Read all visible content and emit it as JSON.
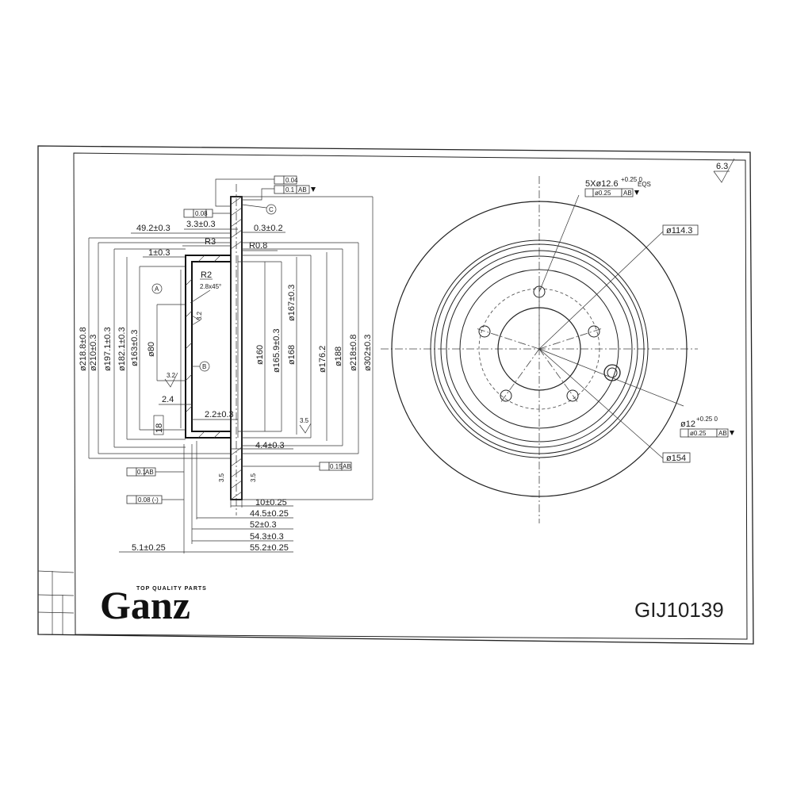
{
  "brand": {
    "name": "Ganz",
    "tagline": "TOP QUALITY PARTS"
  },
  "part_number": "GIJ10139",
  "surface_finish": "6.3",
  "section_view": {
    "vertical_dims": [
      "ø218.8±0.8",
      "ø210±0.3",
      "ø197.1±0.3",
      "ø182.1±0.3",
      "ø163±0.3",
      "ø80",
      "ø160",
      "ø165.9±0.3",
      "ø168",
      "ø167±0.3",
      "ø176.2",
      "ø188",
      "ø218±0.8",
      "ø302±0.3"
    ],
    "horizontal_dims": {
      "d_49_2": "49.2±0.3",
      "d_3_3": "3.3±0.3",
      "d_0_3": "0.3±0.2",
      "r3": "R3",
      "r0_8": "R0.8",
      "d_1": "1±0.3",
      "r2": "R2",
      "chamfer": "2.8x45°",
      "d_2_4": "2.4",
      "d_2_2": "2.2±0.3",
      "d_18": "18",
      "d_4_4": "4.4±0.3",
      "d_10": "10±0.25",
      "d_44_5": "44.5±0.25",
      "d_52": "52±0.3",
      "d_54_3": "54.3±0.3",
      "d_5_1": "5.1±0.25",
      "d_55_2": "55.2±0.25"
    },
    "roughness": [
      "3.2",
      "3.2",
      "3.5",
      "3.5",
      "3.5"
    ],
    "datums": [
      "A",
      "B",
      "C"
    ],
    "tolerance_frames": {
      "flatness_top": "0.04",
      "runout_top": "0.1",
      "runout_top_ref": "AB",
      "parallel": "0.08",
      "runout_left": "0.1",
      "runout_left_ref": "AB",
      "flatness_left": "0.08 (-)",
      "runout_right": "0.15",
      "runout_right_ref": "AB"
    }
  },
  "front_view": {
    "bolt_holes": "5Xø12.6",
    "bolt_holes_tol": "+0.25 0",
    "bolt_holes_note": "EQS",
    "position_tol": "ø0.25",
    "position_ref": "AB",
    "pcd": "ø114.3",
    "hole_dia": "ø12",
    "hole_tol": "+0.25 0",
    "position_tol_2": "ø0.25",
    "position_ref_2": "AB",
    "dia_154": "ø154"
  }
}
